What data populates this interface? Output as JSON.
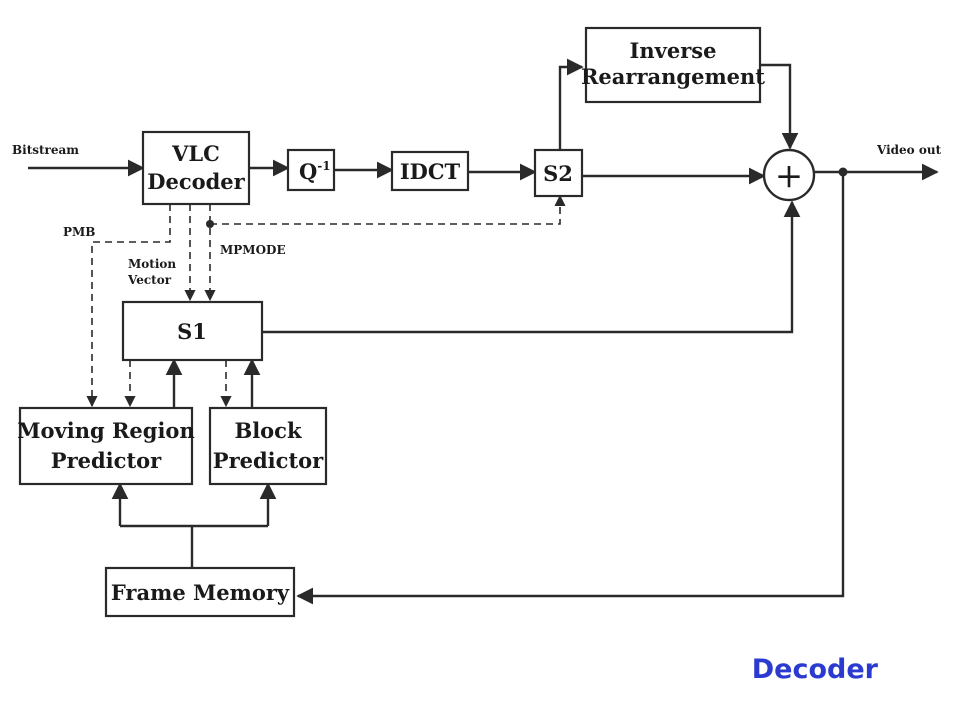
{
  "blocks": {
    "vlc_decoder": {
      "line1": "VLC",
      "line2": "Decoder"
    },
    "q_inverse": {
      "base": "Q",
      "sup": "-1"
    },
    "idct": "IDCT",
    "s2": "S2",
    "inverse_rearrangement": {
      "line1": "Inverse",
      "line2": "Rearrangement"
    },
    "adder": "+",
    "s1": "S1",
    "moving_region_predictor": {
      "line1": "Moving Region",
      "line2": "Predictor"
    },
    "block_predictor": {
      "line1": "Block",
      "line2": "Predictor"
    },
    "frame_memory": "Frame Memory"
  },
  "signals": {
    "bitstream": "Bitstream",
    "video_out": "Video out",
    "pmb": "PMB",
    "motion_vector": {
      "line1": "Motion",
      "line2": "Vector"
    },
    "mpmode": "MPMODE"
  },
  "caption": "Decoder",
  "colors": {
    "caption": "#2b3bd0",
    "lines": "#2a2a2a"
  }
}
